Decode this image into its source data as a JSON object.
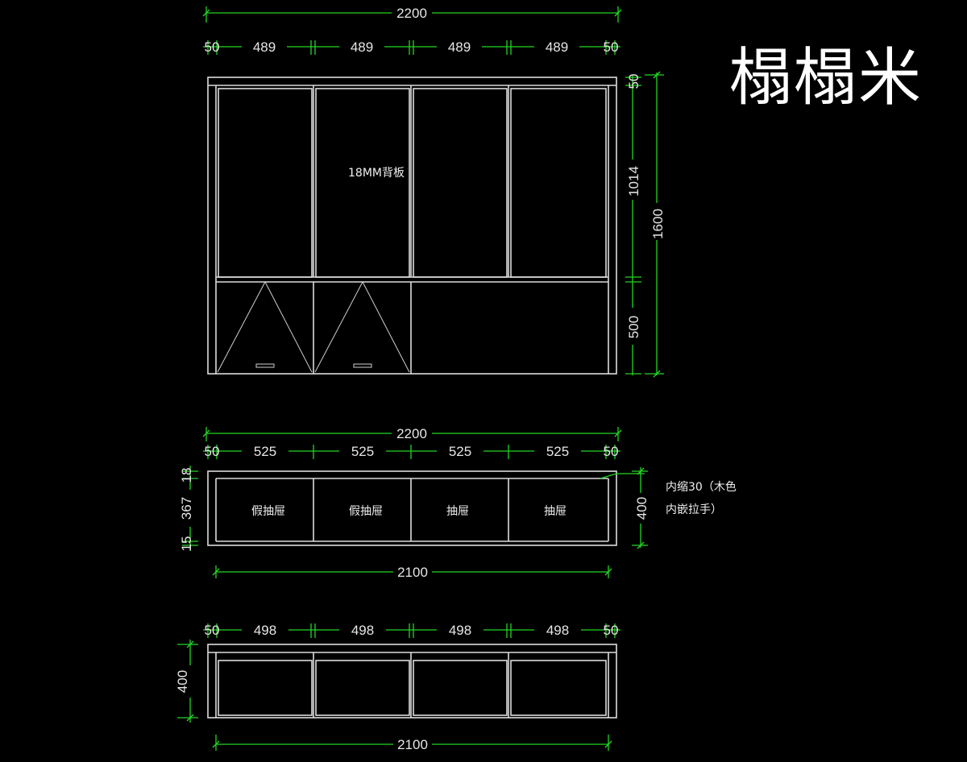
{
  "title": "榻榻米",
  "front_view": {
    "overall_width": "2200",
    "top_dims": [
      "50",
      "489",
      "489",
      "489",
      "489",
      "50"
    ],
    "right_dims": [
      "50",
      "1014",
      "500"
    ],
    "overall_height": "1600",
    "backboard_label": "18MM背板"
  },
  "top_view": {
    "overall_width": "2200",
    "top_dims": [
      "50",
      "525",
      "525",
      "525",
      "525",
      "50"
    ],
    "left_dims": [
      "18",
      "367",
      "15"
    ],
    "right_dim": "400",
    "bottom_dim": "2100",
    "drawer_labels": [
      "假抽屉",
      "假抽屉",
      "抽屉",
      "抽屉"
    ],
    "note_line1": "内缩30（木色",
    "note_line2": "内嵌拉手）"
  },
  "bottom_view": {
    "top_dims": [
      "50",
      "498",
      "498",
      "498",
      "498",
      "50"
    ],
    "left_dim": "400",
    "bottom_dim": "2100"
  }
}
